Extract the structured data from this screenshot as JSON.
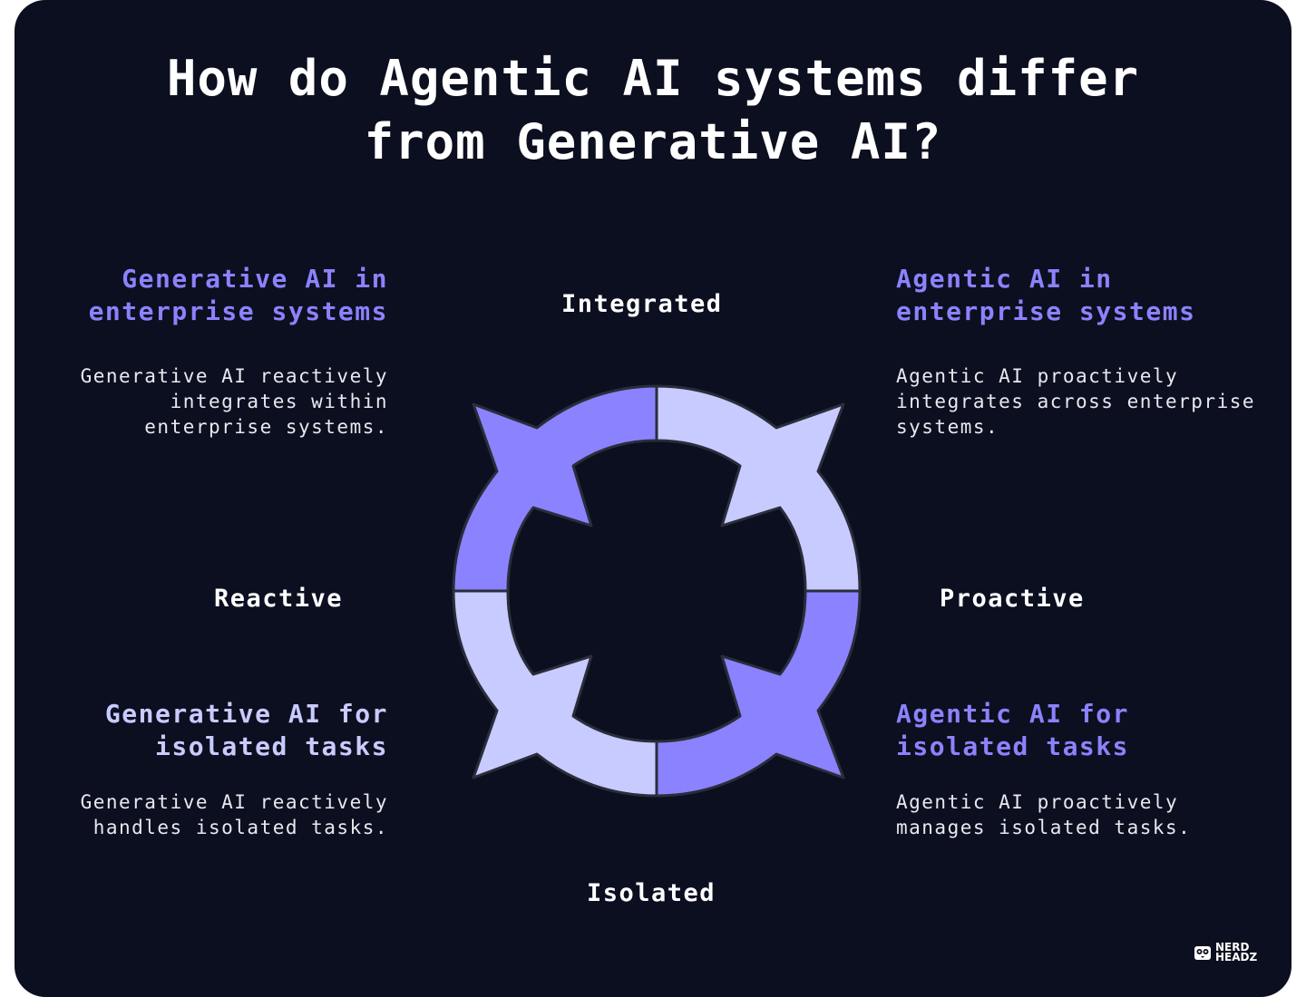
{
  "title": {
    "line1": "How do Agentic AI systems differ",
    "line2": "from Generative AI?"
  },
  "axes": {
    "top": "Integrated",
    "bottom": "Isolated",
    "left": "Reactive",
    "right": "Proactive"
  },
  "quadrants": {
    "top_left": {
      "heading": [
        "Generative AI in",
        "enterprise systems"
      ],
      "body": [
        "Generative AI reactively",
        "integrates within",
        "enterprise systems."
      ]
    },
    "top_right": {
      "heading": [
        "Agentic AI in",
        "enterprise systems"
      ],
      "body": [
        "Agentic AI proactively",
        "integrates across enterprise",
        "systems."
      ]
    },
    "bottom_left": {
      "heading": [
        "Generative AI for",
        "isolated tasks"
      ],
      "body": [
        "Generative AI reactively",
        "handles isolated tasks."
      ]
    },
    "bottom_right": {
      "heading": [
        "Agentic AI for",
        "isolated tasks"
      ],
      "body": [
        "Agentic AI proactively",
        "manages isolated tasks."
      ]
    }
  },
  "colors": {
    "background": "#0c0f1f",
    "accent_purple": "#8b82ff",
    "accent_lavender": "#c8cbff",
    "text": "#ffffff"
  },
  "logo": {
    "line1": "NERD",
    "line2": "HEADZ",
    "icon": "owl-icon"
  }
}
